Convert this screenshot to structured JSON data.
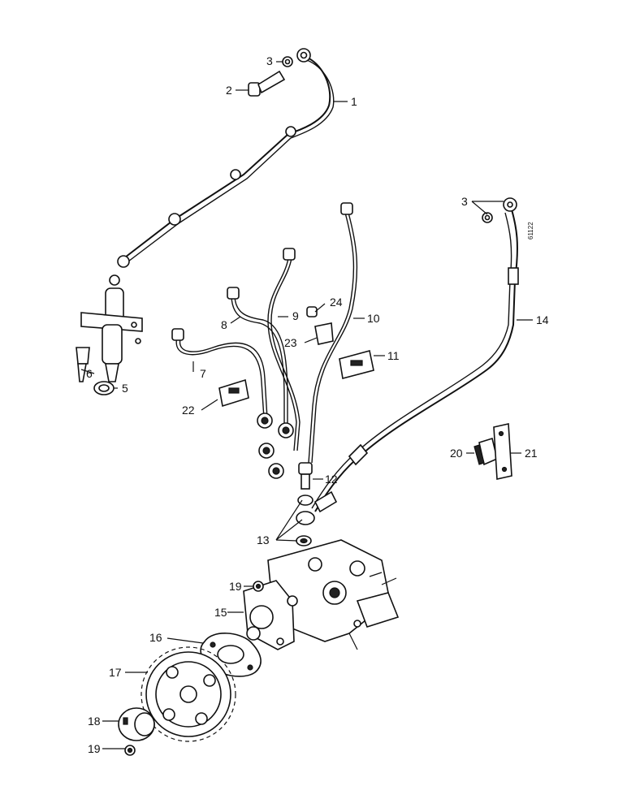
{
  "diagram": {
    "code": "61122",
    "labels": {
      "l1": "1",
      "l2": "2",
      "l3a": "3",
      "l3b": "3",
      "l5": "5",
      "l6": "6",
      "l7": "7",
      "l8": "8",
      "l9": "9",
      "l10": "10",
      "l11": "11",
      "l12": "12",
      "l13": "13",
      "l14": "14",
      "l15": "15",
      "l16": "16",
      "l17": "17",
      "l18": "18",
      "l19a": "19",
      "l19b": "19",
      "l20": "20",
      "l21": "21",
      "l22": "22",
      "l23": "23",
      "l24": "24"
    }
  }
}
